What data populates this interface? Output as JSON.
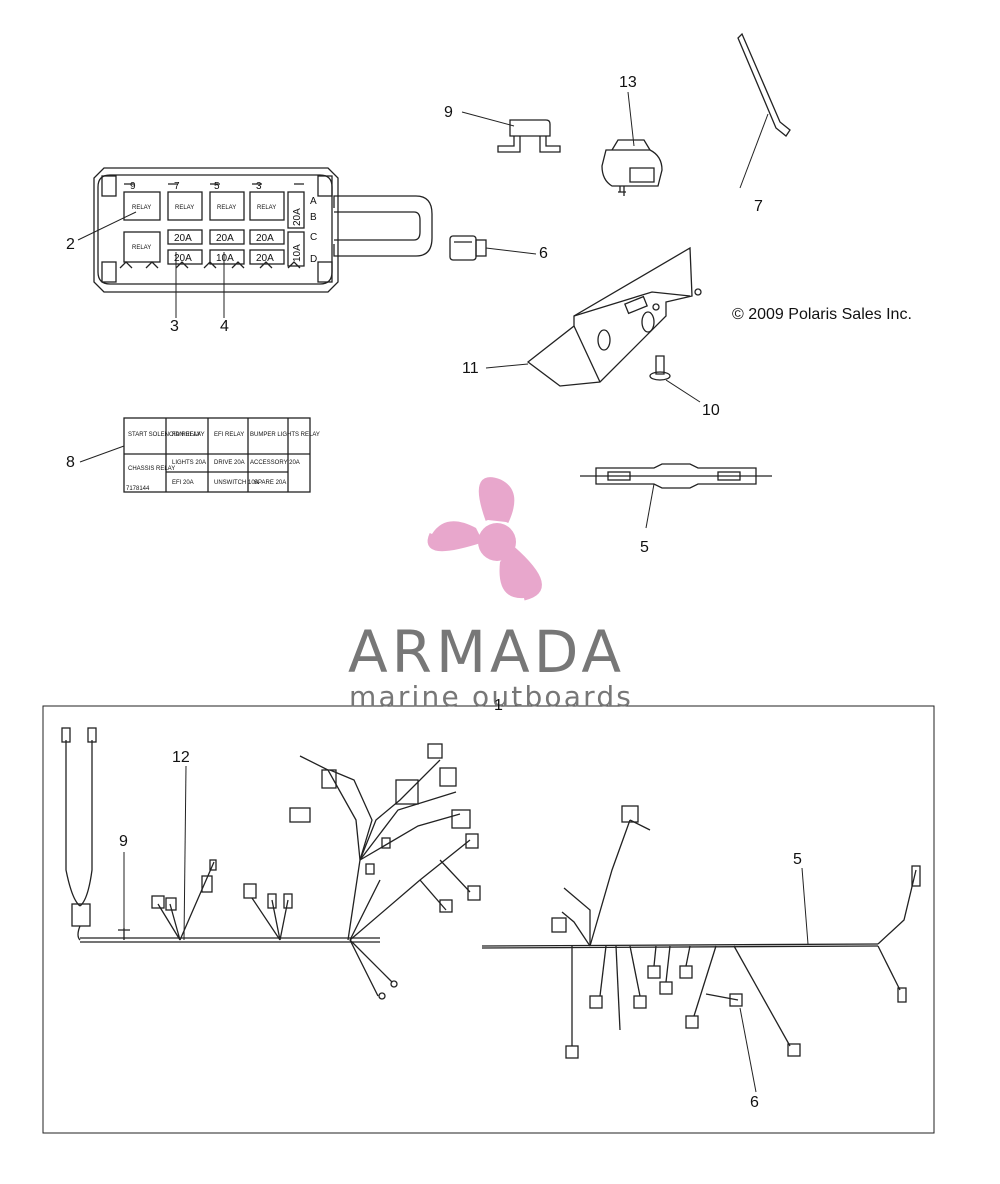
{
  "copyright": "© 2009 Polaris Sales Inc.",
  "brand": {
    "name": "ARMADA",
    "tagline": "marine outboards",
    "logo_color": "#e8a7cc",
    "text_color": "#777777"
  },
  "callouts": {
    "c1": "1",
    "c2": "2",
    "c3": "3",
    "c4": "4",
    "c5a": "5",
    "c5b": "5",
    "c6a": "6",
    "c6b": "6",
    "c7": "7",
    "c8": "8",
    "c9a": "9",
    "c9b": "9",
    "c10": "10",
    "c11": "11",
    "c12": "12",
    "c13": "13"
  },
  "fuse_box": {
    "top_numbers": [
      "9",
      "7",
      "5",
      "3"
    ],
    "row_letters": [
      "A",
      "B",
      "C",
      "D"
    ],
    "relay_label": "RELAY",
    "row1_fuses": [
      "20A",
      "20A",
      "20A"
    ],
    "row2_fuses": [
      "20A",
      "10A",
      "20A"
    ],
    "side_fuses": [
      "20A",
      "10A"
    ]
  },
  "legend": {
    "cells": [
      "START SOLENOID RELAY",
      "FAN RELAY",
      "EFI RELAY",
      "BUMPER LIGHTS RELAY",
      "CHASSIS RELAY",
      "LIGHTS 20A",
      "DRIVE 20A",
      "ACCESSORY 20A",
      "EFI 20A",
      "UNSWITCH 10A",
      "SPARE 20A"
    ],
    "part_number": "7178144"
  }
}
